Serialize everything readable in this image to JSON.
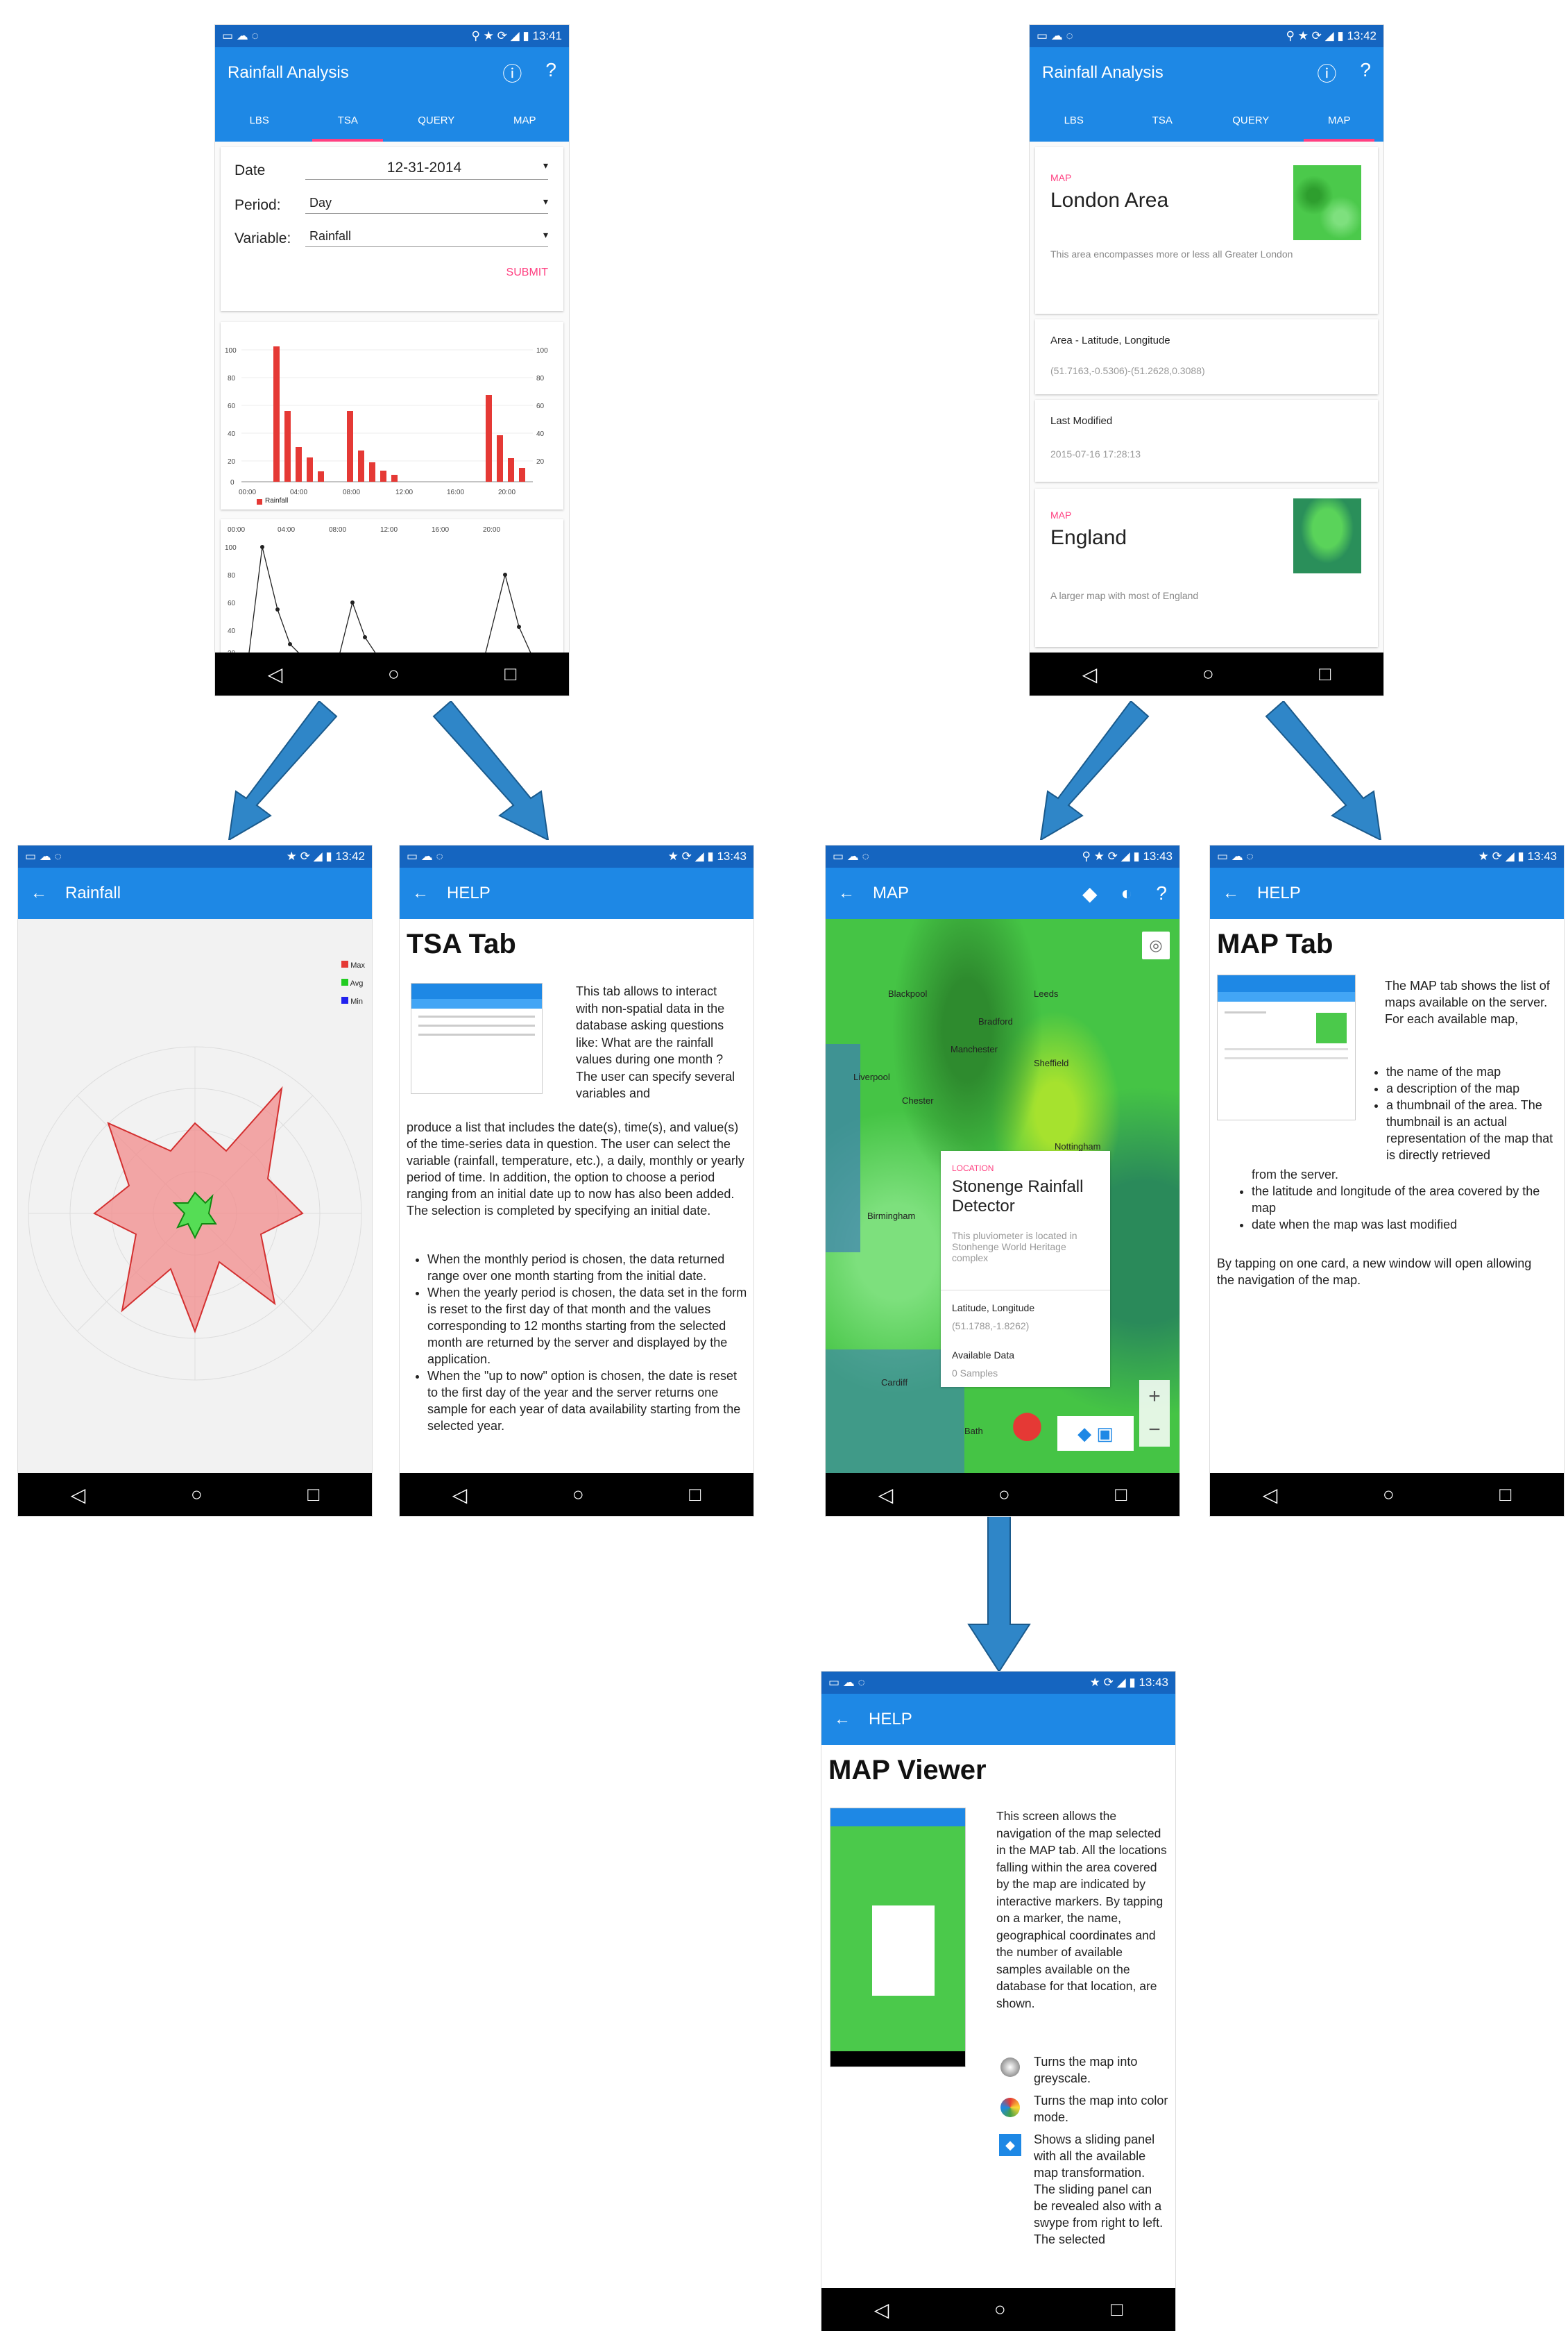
{
  "status": {
    "time1": "13:41",
    "time2": "13:42",
    "time3": "13:42",
    "time4": "13:43",
    "time5": "13:43",
    "time6": "13:43",
    "time7": "13:43"
  },
  "main_left": {
    "title": "Rainfall Analysis",
    "tabs": [
      "LBS",
      "TSA",
      "QUERY",
      "MAP"
    ],
    "form": {
      "date_label": "Date",
      "date_value": "12-31-2014",
      "period_label": "Period:",
      "period_value": "Day",
      "variable_label": "Variable:",
      "variable_value": "Rainfall",
      "submit": "SUBMIT"
    },
    "legend": "Rainfall"
  },
  "main_right": {
    "title": "Rainfall Analysis",
    "tabs": [
      "LBS",
      "TSA",
      "QUERY",
      "MAP"
    ],
    "card1": {
      "tag": "MAP",
      "name": "London Area",
      "desc": "This area encompasses more or less all Greater London"
    },
    "area": {
      "label": "Area - Latitude, Longitude",
      "value": "(51.7163,-0.5306)-(51.2628,0.3088)"
    },
    "modified": {
      "label": "Last Modified",
      "value": "2015-07-16 17:28:13"
    },
    "card2": {
      "tag": "MAP",
      "name": "England",
      "desc": "A larger map with most of England"
    }
  },
  "rainfall": {
    "title": "Rainfall",
    "legend": [
      "Max",
      "Avg",
      "Min"
    ]
  },
  "tsa_help": {
    "header": "HELP",
    "title": "TSA Tab",
    "p1": "This tab allows to interact with non-spatial data in the database asking questions like: What are the rainfall values during one month ? The user can specify several variables and",
    "p2": "produce a list that includes the date(s), time(s), and value(s) of the time-series data in question. The user can select the variable (rainfall, temperature, etc.), a daily, monthly or yearly period of time. In addition, the option to choose a period ranging from an initial date up to now has also been added. The selection is completed by specifying an initial date.",
    "b1": "When the monthly period is chosen, the data returned range over one month starting from the initial date.",
    "b2": "When the yearly period is chosen, the data set in the form is reset to the first day of that month and the values corresponding to 12 months starting from the selected month are returned by the server and displayed by the application.",
    "b3": "When the \"up to now\" option is chosen, the date is reset to the first day of the year and the server returns one sample for each year of data availability starting from the selected year."
  },
  "map_view": {
    "header": "MAP",
    "tag": "LOCATION",
    "name": "Stonenge Rainfall Detector",
    "desc": "This pluviometer is located in Stonhenge World Heritage complex",
    "coord_label": "Latitude, Longitude",
    "coord_value": "(51.1788,-1.8262)",
    "avail_label": "Available Data",
    "avail_value": "0 Samples",
    "cities": [
      "Blackpool",
      "Leeds",
      "Bradford",
      "Manchester",
      "Sheffield",
      "Liverpool",
      "Chester",
      "Nottingham",
      "Birmingham",
      "Cardiff",
      "Bath"
    ]
  },
  "map_help": {
    "header": "HELP",
    "title": "MAP Tab",
    "p1": "The MAP tab shows the list of maps available on the server. For each available map,",
    "b1": "the name of the map",
    "b2": "a description of the map",
    "b3": "a thumbnail of the area. The thumbnail is an actual representation of the map that is directly retrieved",
    "b3b": "from the server.",
    "b4": "the latitude and longitude of the area covered by the map",
    "b5": "date when the map was last modified",
    "p2": "By tapping on one card, a new window will open allowing the navigation of the map."
  },
  "viewer_help": {
    "header": "HELP",
    "title": "MAP Viewer",
    "p1": "This screen allows the navigation of the map selected in the MAP tab. All the locations falling within the area covered by the map are indicated by interactive markers. By tapping on a marker, the name, geographical coordinates and the number of available samples available on the database for that location, are shown.",
    "i1": "Turns the map into greyscale.",
    "i2": "Turns the map into color mode.",
    "i3": "Shows a sliding panel with all the available map transformation. The sliding panel can be revealed also with a swype from right to left. The selected"
  },
  "colors": {
    "primary": "#1e88e5",
    "dark": "#1565c0",
    "accent": "#ff4081",
    "bar": "#e53935",
    "arrow": "#2f86c8"
  }
}
